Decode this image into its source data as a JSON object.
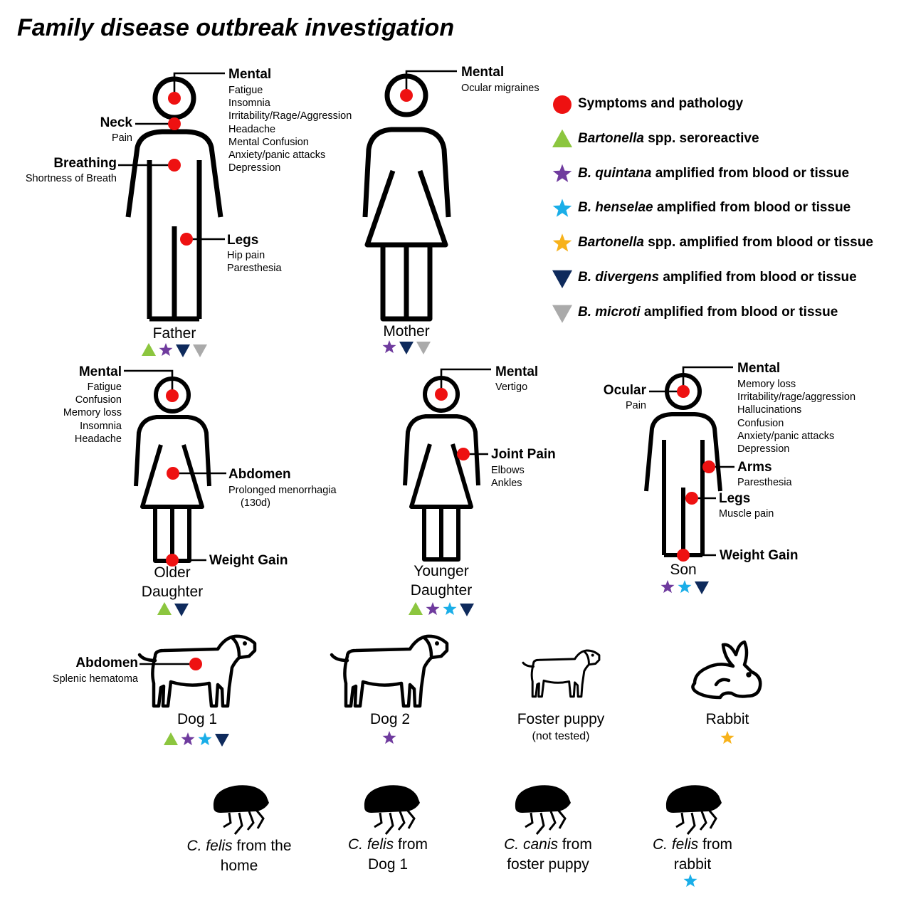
{
  "title": "Family disease outbreak investigation",
  "colors": {
    "symptom": "#ee1111",
    "seroreactive": "#8cc63f",
    "quintana": "#6f3b9e",
    "henselae": "#1aaee8",
    "spp_amplified": "#f7b21b",
    "divergens": "#0e2a5c",
    "microti": "#aaaaaa"
  },
  "legend": [
    {
      "marker": "circle-icon",
      "color_key": "symptom",
      "italic": "",
      "text": "Symptoms and pathology"
    },
    {
      "marker": "triangle-icon",
      "color_key": "seroreactive",
      "italic": "Bartonella",
      "text": " spp. seroreactive"
    },
    {
      "marker": "star-icon",
      "color_key": "quintana",
      "italic": "B. quintana",
      "text": " amplified from blood or tissue"
    },
    {
      "marker": "star-icon",
      "color_key": "henselae",
      "italic": "B. henselae",
      "text": " amplified from blood or tissue"
    },
    {
      "marker": "star-icon",
      "color_key": "spp_amplified",
      "italic": "Bartonella",
      "text": " spp. amplified from blood or tissue"
    },
    {
      "marker": "inverted-triangle-icon",
      "color_key": "divergens",
      "italic": "B. divergens",
      "text": " amplified from blood or tissue"
    },
    {
      "marker": "inverted-triangle-icon",
      "color_key": "microti",
      "italic": "B. microti",
      "text": " amplified from blood or tissue"
    }
  ],
  "father": {
    "name": "Father",
    "mental": {
      "header": "Mental",
      "items": [
        "Fatigue",
        "Insomnia",
        "Irritability/Rage/Aggression",
        "Headache",
        "Mental Confusion",
        "Anxiety/panic attacks",
        "Depression"
      ]
    },
    "neck": {
      "header": "Neck",
      "items": [
        "Pain"
      ]
    },
    "breathing": {
      "header": "Breathing",
      "items": [
        "Shortness of Breath"
      ]
    },
    "legs": {
      "header": "Legs",
      "items": [
        "Hip pain",
        "Paresthesia"
      ]
    },
    "markers": [
      "seroreactive",
      "quintana",
      "divergens",
      "microti"
    ]
  },
  "mother": {
    "name": "Mother",
    "mental": {
      "header": "Mental",
      "items": [
        "Ocular migraines"
      ]
    },
    "markers": [
      "quintana",
      "divergens",
      "microti"
    ]
  },
  "older_daughter": {
    "name_line1": "Older",
    "name_line2": "Daughter",
    "mental": {
      "header": "Mental",
      "items": [
        "Fatigue",
        "Confusion",
        "Memory loss",
        "Insomnia",
        "Headache"
      ]
    },
    "abdomen": {
      "header": "Abdomen",
      "items": [
        "Prolonged menorrhagia",
        "(130d)"
      ]
    },
    "weight": {
      "header": "Weight Gain"
    },
    "markers": [
      "seroreactive",
      "divergens"
    ]
  },
  "younger_daughter": {
    "name_line1": "Younger",
    "name_line2": "Daughter",
    "mental": {
      "header": "Mental",
      "items": [
        "Vertigo"
      ]
    },
    "joint": {
      "header": "Joint Pain",
      "items": [
        "Elbows",
        "Ankles"
      ]
    },
    "markers": [
      "seroreactive",
      "quintana",
      "henselae",
      "divergens"
    ]
  },
  "son": {
    "name": "Son",
    "ocular": {
      "header": "Ocular",
      "items": [
        "Pain"
      ]
    },
    "mental": {
      "header": "Mental",
      "items": [
        "Memory loss",
        "Irritability/rage/aggression",
        "Hallucinations",
        "Confusion",
        "Anxiety/panic attacks",
        "Depression"
      ]
    },
    "arms": {
      "header": "Arms",
      "items": [
        "Paresthesia"
      ]
    },
    "legs": {
      "header": "Legs",
      "items": [
        "Muscle pain"
      ]
    },
    "weight": {
      "header": "Weight Gain"
    },
    "markers": [
      "quintana",
      "henselae",
      "divergens"
    ]
  },
  "dog1": {
    "name": "Dog 1",
    "abdomen": {
      "header": "Abdomen",
      "items": [
        "Splenic hematoma"
      ]
    },
    "markers": [
      "seroreactive",
      "quintana",
      "henselae",
      "divergens"
    ]
  },
  "dog2": {
    "name": "Dog 2",
    "markers": [
      "quintana"
    ]
  },
  "foster": {
    "name": "Foster puppy",
    "note": "(not tested)",
    "markers": []
  },
  "rabbit": {
    "name": "Rabbit",
    "markers": [
      "spp_amplified"
    ]
  },
  "fleas": [
    {
      "species": "C. felis",
      "line1_rest": " from the",
      "line2": "home",
      "markers": []
    },
    {
      "species": "C. felis",
      "line1_rest": " from",
      "line2": "Dog 1",
      "markers": []
    },
    {
      "species": "C. canis",
      "line1_rest": " from",
      "line2": "foster puppy",
      "markers": []
    },
    {
      "species": "C. felis",
      "line1_rest": " from",
      "line2": "rabbit",
      "markers": [
        "henselae"
      ]
    }
  ]
}
